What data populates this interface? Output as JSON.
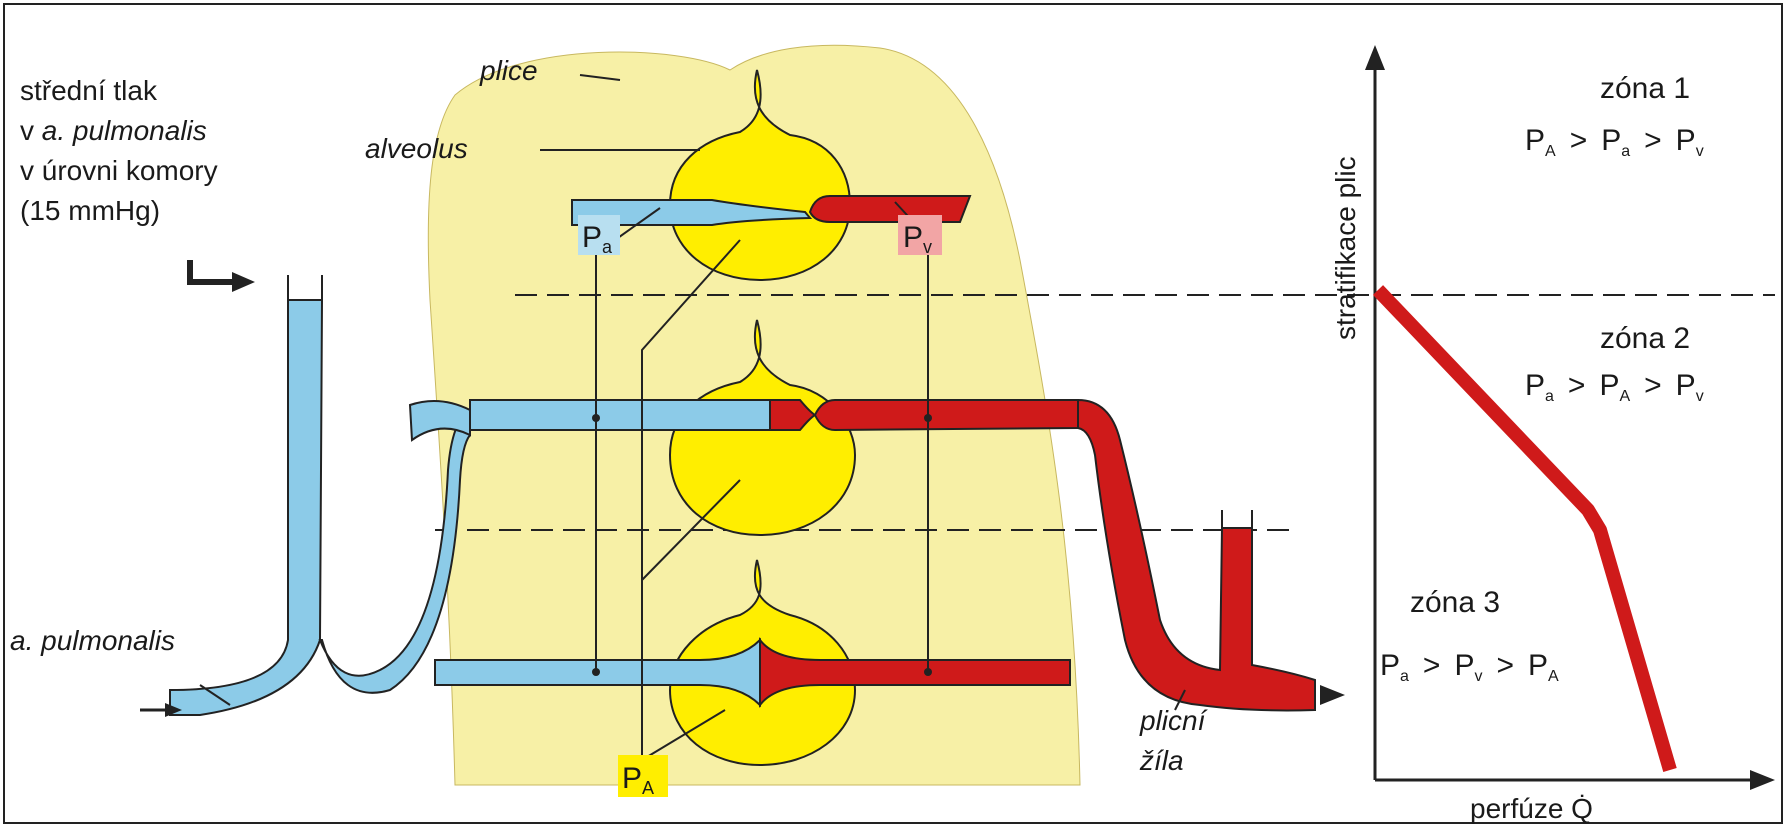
{
  "labels": {
    "pressure_note": [
      "střední tlak",
      "v a. pulmonalis",
      "v úrovni komory",
      "(15 mmHg)"
    ],
    "pressure_note_italic": "a. pulmonalis",
    "pressure_note_prefix": "v ",
    "lungs": "plice",
    "alveolus": "alveolus",
    "pulmonary_artery": "a. pulmonalis",
    "pulmonary_vein": [
      "plicní",
      "žíla"
    ],
    "Pa": "P",
    "Pa_sub": "a",
    "Pv": "P",
    "Pv_sub": "v",
    "PA": "P",
    "PA_sub": "A"
  },
  "graph": {
    "y_axis_label": "stratifikace plic",
    "x_axis_label": "perfúze Q̇",
    "zones": [
      {
        "name": "zóna 1",
        "relation": [
          [
            "P",
            "A"
          ],
          [
            ">"
          ],
          [
            "P",
            "a"
          ],
          [
            ">"
          ],
          [
            "P",
            "v"
          ]
        ]
      },
      {
        "name": "zóna 2",
        "relation": [
          [
            "P",
            "a"
          ],
          [
            ">"
          ],
          [
            "P",
            "A"
          ],
          [
            ">"
          ],
          [
            "P",
            "v"
          ]
        ]
      },
      {
        "name": "zóna 3",
        "relation": [
          [
            "P",
            "a"
          ],
          [
            ">"
          ],
          [
            "P",
            "v"
          ],
          [
            ">"
          ],
          [
            "P",
            "A"
          ]
        ]
      }
    ]
  },
  "colors": {
    "lung": "#f7f0a6",
    "alveolus": "#ffee00",
    "artery": "#8ccbe8",
    "vein": "#cf1a1a",
    "line": "#1a1a1a"
  }
}
